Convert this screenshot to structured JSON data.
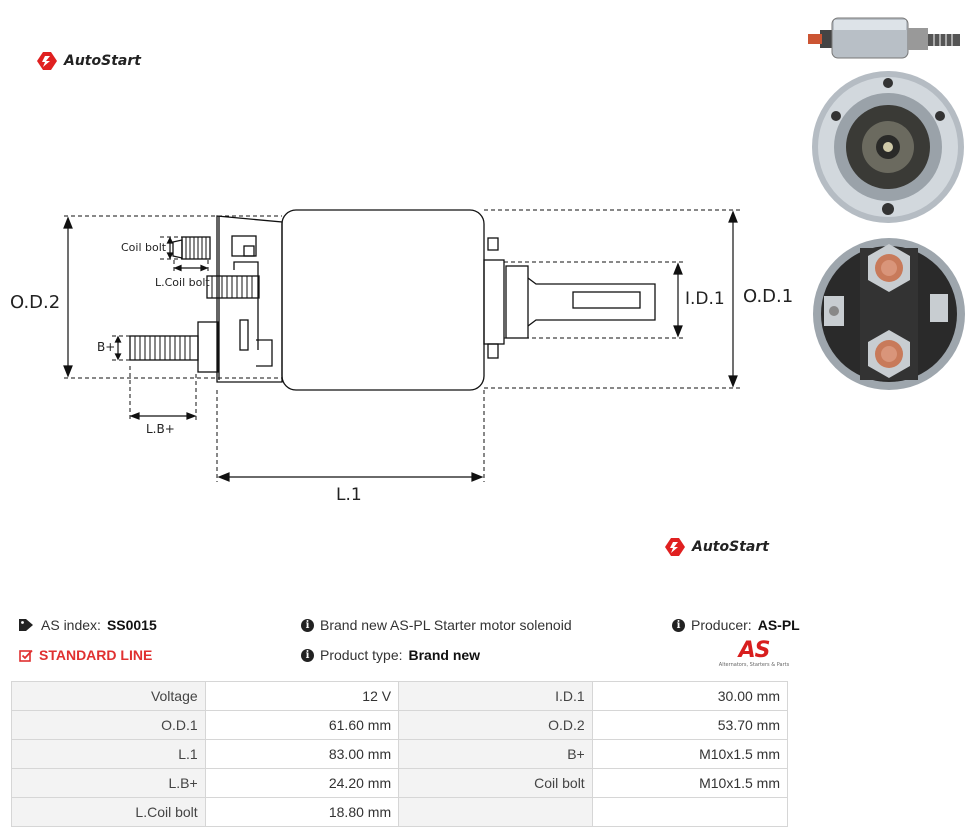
{
  "brand": {
    "name": "AutoStart",
    "accent": "#e02020"
  },
  "drawing": {
    "labels": {
      "od2": "O.D.2",
      "od1": "O.D.1",
      "id1": "I.D.1",
      "l1": "L.1",
      "lb": "L.B+",
      "bplus": "B+",
      "coil_bolt": "Coil bolt",
      "l_coil_bolt": "L.Coil bolt"
    }
  },
  "info": {
    "as_index_label": "AS index:",
    "as_index_value": "SS0015",
    "standard_line": "STANDARD LINE",
    "description": "Brand new AS-PL Starter motor solenoid",
    "product_type_label": "Product type:",
    "product_type_value": "Brand new",
    "producer_label": "Producer:",
    "producer_value": "AS-PL",
    "producer_logo_text": "AS",
    "producer_tagline": "Alternators, Starters & Parts"
  },
  "specs": [
    [
      "Voltage",
      "12 V",
      "I.D.1",
      "30.00 mm"
    ],
    [
      "O.D.1",
      "61.60 mm",
      "O.D.2",
      "53.70 mm"
    ],
    [
      "L.1",
      "83.00 mm",
      "B+",
      "M10x1.5 mm"
    ],
    [
      "L.B+",
      "24.20 mm",
      "Coil bolt",
      "M10x1.5 mm"
    ],
    [
      "L.Coil bolt",
      "18.80 mm",
      "",
      ""
    ]
  ]
}
